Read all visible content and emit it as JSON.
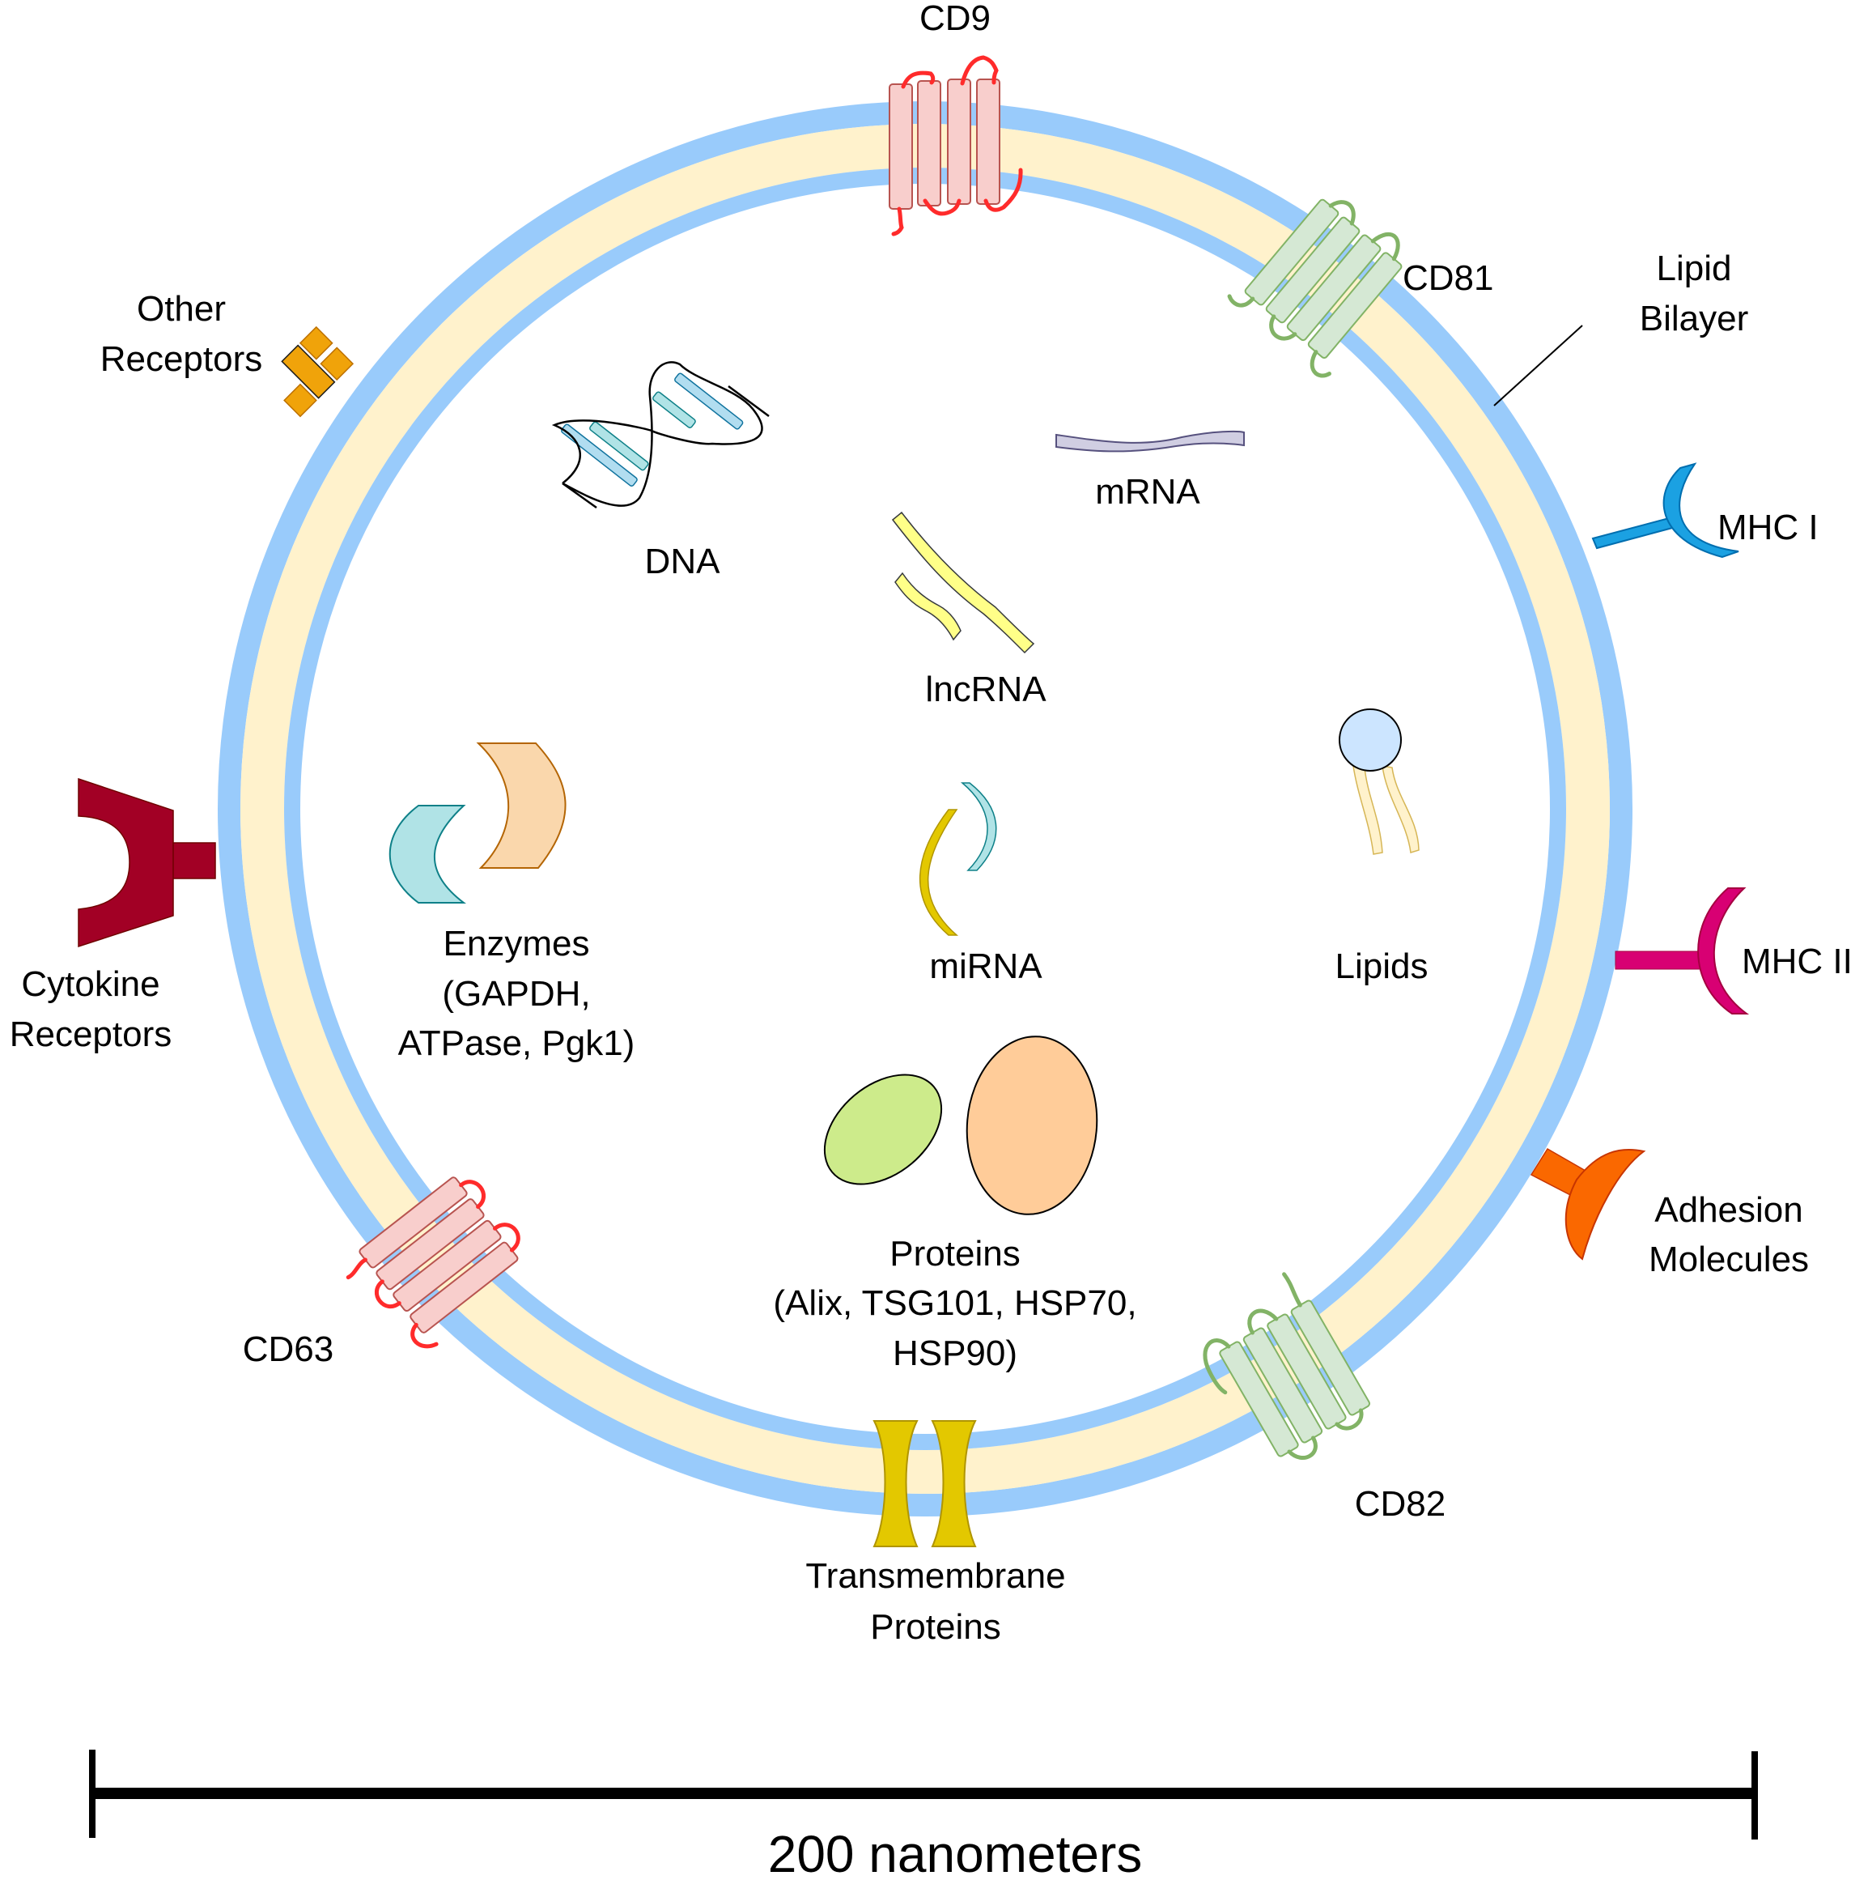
{
  "title": "Extracellular vesicle composition diagram",
  "colors": {
    "membrane_blue": "#99cbfb",
    "membrane_beige": "#fff2cc",
    "tetraspanin_red_fill": "#f8cecc",
    "tetraspanin_red_stroke": "#b85450",
    "tetraspanin_red_loop": "#ff2b2b",
    "tetraspanin_green_fill": "#d5e8d4",
    "tetraspanin_green_stroke": "#82b366",
    "mhc1": "#1ba1e2",
    "mhc2": "#d80073",
    "adhesion": "#fa6800",
    "cytokine": "#a20025",
    "other_receptor": "#f0a30a",
    "transmembrane": "#e3c800",
    "protein_green": "#cdeb8b",
    "protein_orange": "#ffcc99",
    "lncrna": "#ffff88",
    "mrna": "#d0cee2",
    "mirna_gold": "#e3c800",
    "mirna_teal": "#b0e3e6",
    "enzyme_teal": "#b0e3e6",
    "enzyme_peach": "#fad7ac",
    "lipid_head": "#cce5ff"
  },
  "membrane": {
    "label_line1": "Lipid",
    "label_line2": "Bilayer"
  },
  "membrane_proteins": {
    "cd9": "CD9",
    "cd81": "CD81",
    "cd63": "CD63",
    "cd82": "CD82",
    "transmembrane_line1": "Transmembrane",
    "transmembrane_line2": "Proteins"
  },
  "surface_receptors": {
    "mhc1": "MHC I",
    "mhc2": "MHC II",
    "adhesion_line1": "Adhesion",
    "adhesion_line2": "Molecules",
    "cytokine_line1": "Cytokine",
    "cytokine_line2": "Receptors",
    "other_line1": "Other",
    "other_line2": "Receptors"
  },
  "cargo": {
    "dna": "DNA",
    "mrna": "mRNA",
    "lncrna": "lncRNA",
    "mirna": "miRNA",
    "lipids": "Lipids",
    "enzymes_line1": "Enzymes",
    "enzymes_line2": "(GAPDH,",
    "enzymes_line3": "ATPase, Pgk1)",
    "proteins_line1": "Proteins",
    "proteins_line2": "(Alix, TSG101, HSP70,",
    "proteins_line3": "HSP90)"
  },
  "scale_bar": {
    "value": 200,
    "unit": "nanometers",
    "label": "200 nanometers"
  }
}
